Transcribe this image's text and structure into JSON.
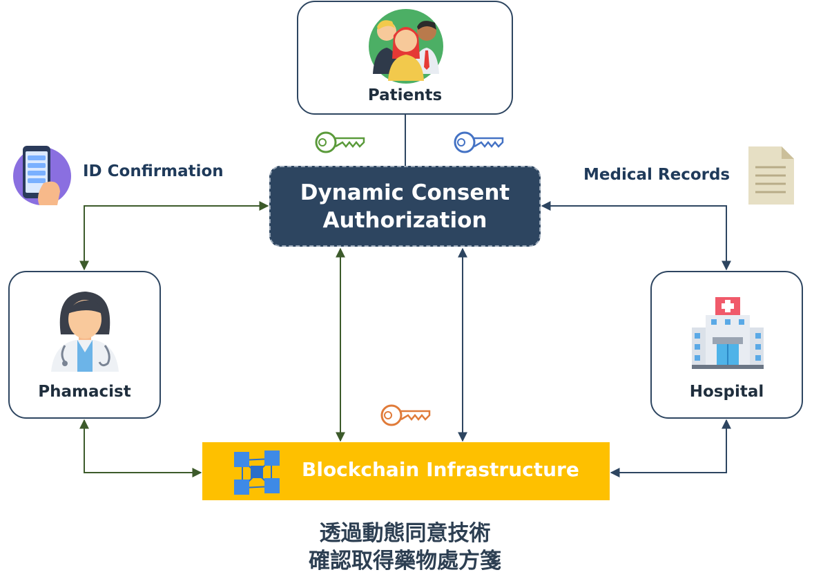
{
  "nodes": {
    "patients": "Patients",
    "pharmacist": "Phamacist",
    "hospital": "Hospital"
  },
  "hub": {
    "line1": "Dynamic Consent",
    "line2": "Authorization"
  },
  "chain": {
    "label": "Blockchain Infrastructure"
  },
  "side_labels": {
    "id_confirmation": "ID Confirmation",
    "medical_records": "Medical Records"
  },
  "caption": {
    "line1": "透過動態同意技術",
    "line2": "確認取得藥物處方箋"
  },
  "icons": {
    "patients": "patients-group-icon",
    "pharmacist": "pharmacist-icon",
    "hospital": "hospital-icon",
    "phone": "phone-id-icon",
    "document": "document-icon",
    "blockchain": "blockchain-icon",
    "key_green": "key-icon",
    "key_blue": "key-icon",
    "key_orange": "key-icon"
  },
  "colors": {
    "navy": "#2d4560",
    "green_arrow": "#3c5a2a",
    "navy_arrow": "#2d4560",
    "chain_yellow": "#fec000",
    "key_green": "#5a9a3a",
    "key_blue": "#4472c4",
    "key_orange": "#e07b39"
  }
}
